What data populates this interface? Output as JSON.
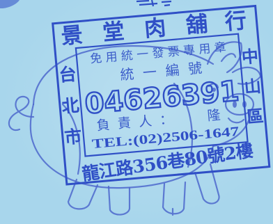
{
  "stamp": {
    "shop_name": [
      "景",
      "堂",
      "肉",
      "舖",
      "行"
    ],
    "city": [
      "台",
      "北",
      "市"
    ],
    "district": [
      "中",
      "山",
      "區"
    ],
    "receipt_label": "免用統一發票專用章",
    "tax_id_label": "統一編號",
    "tax_id": "04626391",
    "owner_label": "負責人：",
    "owner_name_visible": "隆",
    "phone": "TEL:(02)2506-1647",
    "address": "龍江路356巷80號2樓"
  },
  "colors": {
    "paper": "#a8d6ec",
    "ink": "#2f4fc6",
    "sketch": "#4d68cc"
  },
  "icons": {
    "sketch": "pig-drawing-icon"
  }
}
